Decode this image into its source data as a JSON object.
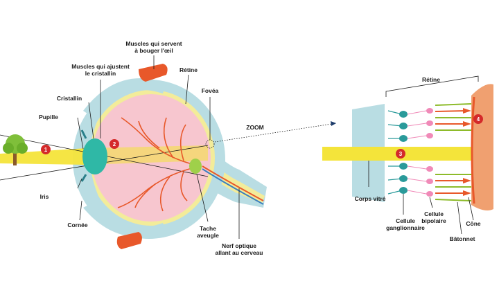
{
  "labels": {
    "muscles_bouger": [
      "Muscles qui servent",
      "à bouger l'œil"
    ],
    "muscles_ajustent": [
      "Muscles qui ajustent",
      "le cristallin"
    ],
    "retine_left": "Rétine",
    "cristallin": "Cristallin",
    "pupille": "Pupille",
    "fovea": "Fovéa",
    "zoom": "ZOOM",
    "iris": "Iris",
    "cornee": "Cornée",
    "tache_aveugle": [
      "Tache",
      "aveugle"
    ],
    "nerf_optique": [
      "Nerf optique",
      "allant au cerveau"
    ],
    "retine_right": "Rétine",
    "corps_vitre": "Corps vitré",
    "cellule_ganglionnaire": [
      "Cellule",
      "ganglionnaire"
    ],
    "cellule_bipolaire": [
      "Cellule",
      "bipolaire"
    ],
    "cone": "Cône",
    "batonnet": "Bâtonnet"
  },
  "markers": [
    "1",
    "2",
    "3",
    "4"
  ],
  "colors": {
    "sclera": "#b9dde3",
    "eyeball": "#f7c6cf",
    "retina_band": "#f3ec9a",
    "lens": "#2fb8a6",
    "light_beam": "#f4e43a",
    "vessels": "#e8582a",
    "marker": "#d42a2a",
    "muscle": "#e8582a",
    "rod": "#8dbb2a",
    "cone": "#e8582a",
    "bipolar": "#f08ab8",
    "ganglion": "#2a9a9a",
    "epithelium": "#f0a070"
  }
}
